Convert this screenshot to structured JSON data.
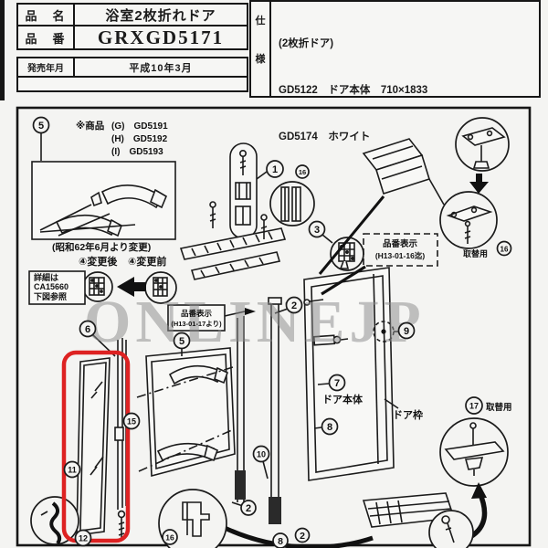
{
  "header": {
    "row1_label": "品　名",
    "row1_value": "浴室2枚折れドア",
    "row2_label": "品　番",
    "row2_value": "GRXGD5171",
    "row3_label": "発売年月",
    "row3_value": "平成10年3月",
    "spec_col_char1": "仕",
    "spec_col_char2": "様",
    "spec_line1": "(2枚折ドア)",
    "spec_line2": "GD5122　ドア本体　710×1833",
    "spec_line3": "GD5174　ホワイト"
  },
  "diagram": {
    "watermark": "ONLINEJP",
    "inset_note": "※商品",
    "product_g": "(G)　GD5191",
    "product_h": "(H)　GD5192",
    "product_i": "(I)　GD5193",
    "change_note": "(昭和62年6月より変更)",
    "change_after": "④変更後",
    "change_before": "④変更前",
    "detail_line1": "詳細は",
    "detail_line2": "CA15660",
    "detail_line3": "下図参照",
    "pn_new_line1": "品番表示",
    "pn_new_line2": "(H13-01-17より)",
    "pn_old_line1": "品番表示",
    "pn_old_line2": "(H13-01-16迄)",
    "door_body_label": "ドア本体",
    "door_frame_label": "ドア枠",
    "replace_top": "取替用",
    "replace_right": "取替用",
    "callouts": {
      "inset5": "5",
      "cap1": "1",
      "cap16": "16",
      "piv3": "3",
      "frame2": "2",
      "left6": "6",
      "door5": "5",
      "frame9": "9",
      "body7": "7",
      "body8": "8",
      "rail15": "15",
      "panel11": "11",
      "rail10": "10",
      "rail2": "2",
      "panel12": "12",
      "btm16": "16",
      "btm8": "8",
      "btm2": "2",
      "right17": "17",
      "tr16": "16"
    }
  },
  "colors": {
    "highlight_red": "#dd2222",
    "ink": "#1b1b1b",
    "watermark_gray": "#8d8d8d",
    "paper": "#f4f4f2"
  }
}
